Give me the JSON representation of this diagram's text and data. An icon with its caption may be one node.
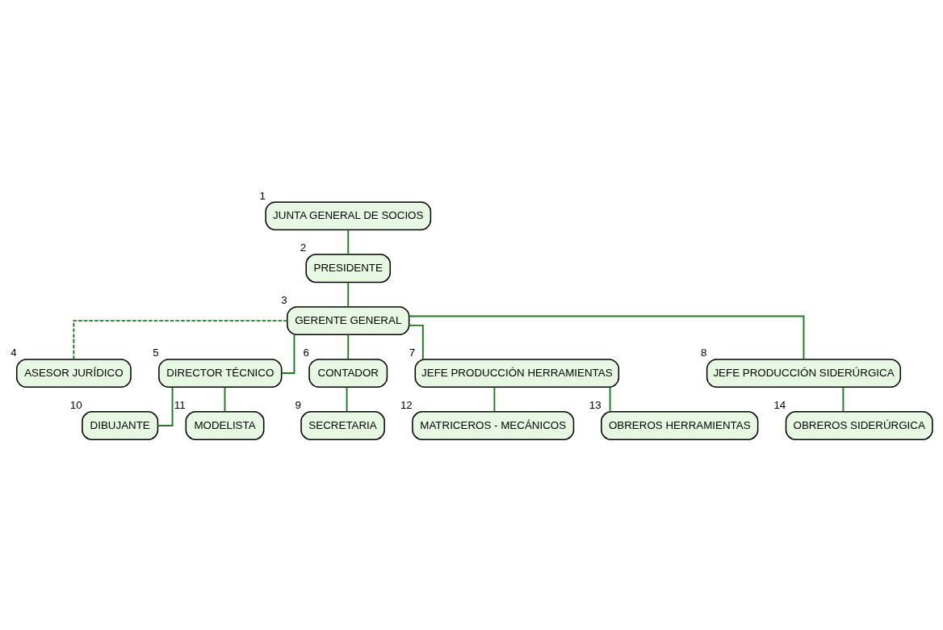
{
  "diagram": {
    "nodes": [
      {
        "text": [
          "JUNTA GENERAL DE SOCIOS"
        ],
        "beside": [
          "1"
        ]
      },
      {
        "text": [
          "PRESIDENTE"
        ],
        "beside": [
          "2"
        ]
      },
      {
        "text": [
          "GERENTE GENERAL"
        ],
        "beside": [
          "3"
        ]
      },
      {
        "text": [
          "ASESOR JURÍDICO"
        ],
        "beside": [
          "4"
        ]
      },
      {
        "text": [
          "DIRECTOR TÉCNICO"
        ],
        "beside": [
          "5"
        ]
      },
      {
        "text": [
          "CONTADOR"
        ],
        "beside": [
          "6"
        ]
      },
      {
        "text": [
          "JEFE PRODUCCIÓN HERRAMIENTAS"
        ],
        "beside": [
          "7"
        ]
      },
      {
        "text": [
          "JEFE PRODUCCIÓN SIDERÚRGICA"
        ],
        "beside": [
          "8"
        ]
      },
      {
        "text": [
          "SECRETARIA"
        ],
        "beside": [
          "9"
        ]
      },
      {
        "text": [
          "DIBUJANTE"
        ],
        "beside": [
          "10"
        ]
      },
      {
        "text": [
          "MODELISTA"
        ],
        "beside": [
          "11"
        ]
      },
      {
        "text": [
          "MATRICEROS - MECÁNICOS"
        ],
        "beside": [
          "12"
        ]
      },
      {
        "text": [
          "OBREROS HERRAMIENTAS"
        ],
        "beside": [
          "13"
        ]
      },
      {
        "text": [
          "OBREROS SIDERÚRGICA"
        ],
        "beside": [
          "14"
        ]
      }
    ],
    "edges": [
      {
        "from": 0,
        "to": 1,
        "arrow": "none"
      },
      {
        "from": 1,
        "to": 2,
        "arrow": "none"
      },
      {
        "from": 2,
        "to": 3,
        "arrow": "none",
        "style": "dashed"
      },
      {
        "from": 2,
        "to": 4,
        "arrow": "none"
      },
      {
        "from": 2,
        "to": 5,
        "arrow": "none"
      },
      {
        "from": 2,
        "to": 6,
        "arrow": "none"
      },
      {
        "from": 2,
        "to": 7,
        "arrow": "none"
      },
      {
        "from": 5,
        "to": 8,
        "arrow": "none"
      },
      {
        "from": 4,
        "to": 9,
        "arrow": "none"
      },
      {
        "from": 4,
        "to": 10,
        "arrow": "none"
      },
      {
        "from": 6,
        "to": 11,
        "arrow": "none"
      },
      {
        "from": 6,
        "to": 12,
        "arrow": "none"
      },
      {
        "from": 7,
        "to": 13,
        "arrow": "none"
      }
    ]
  }
}
